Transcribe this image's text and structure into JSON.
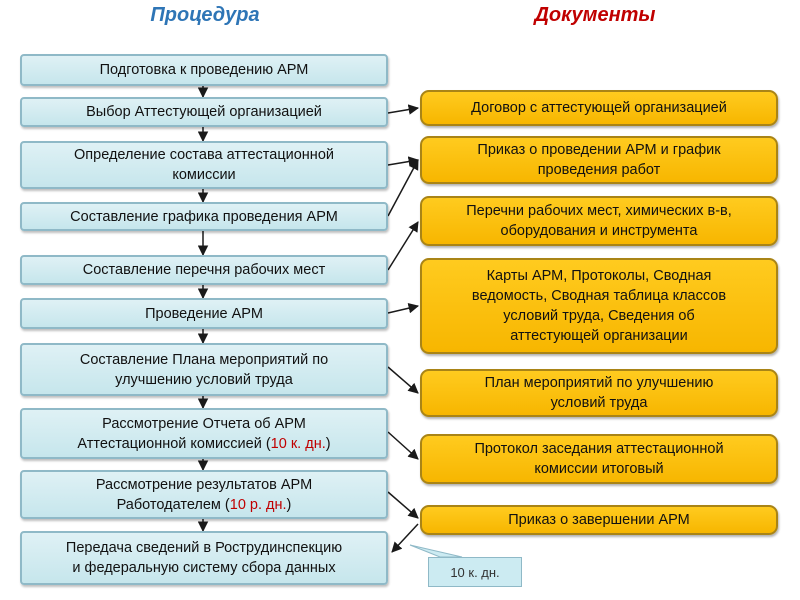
{
  "headers": {
    "procedure": "Процедура",
    "documents": "Документы"
  },
  "procedure_steps": [
    {
      "label": "Подготовка к проведению АРМ"
    },
    {
      "label": "Выбор Аттестующей организацией"
    },
    {
      "label": "Определение состава аттестационной\nкомиссии"
    },
    {
      "label": "Составление графика проведения АРМ"
    },
    {
      "label": "Составление перечня рабочих мест"
    },
    {
      "label": "Проведение АРМ"
    },
    {
      "label": "Составление Плана мероприятий по\nулучшению условий труда"
    },
    {
      "label_before": "Рассмотрение Отчета об АРМ\nАттестационной комиссией (",
      "highlight": "10 к. дн.",
      "label_after": ")"
    },
    {
      "label_before": "Рассмотрение результатов АРМ\nРаботодателем (",
      "highlight": "10 р. дн.",
      "label_after": ")"
    },
    {
      "label": "Передача сведений в Рострудинспекцию\nи федеральную систему сбора данных"
    }
  ],
  "documents": [
    {
      "label": "Договор с аттестующей организацией"
    },
    {
      "label": "Приказ о проведении АРМ и график\nпроведения работ"
    },
    {
      "label": "Перечни рабочих мест, химических в-в,\nоборудования и инструмента"
    },
    {
      "label": "Карты АРМ, Протоколы, Сводная\nведомость, Сводная таблица классов\nусловий труда, Сведения об\nаттестующей организации"
    },
    {
      "label": "План мероприятий по улучшению\nусловий труда"
    },
    {
      "label": "Протокол заседания аттестационной\nкомиссии итоговый"
    },
    {
      "label": "Приказ о завершении АРМ"
    }
  ],
  "note": {
    "label": "10 к. дн."
  },
  "colors": {
    "procedure_header": "#2e75b6",
    "documents_header": "#c00000",
    "procedure_box": "#cfeaf0",
    "document_box": "#fbbf0c",
    "highlight": "#c00000"
  }
}
